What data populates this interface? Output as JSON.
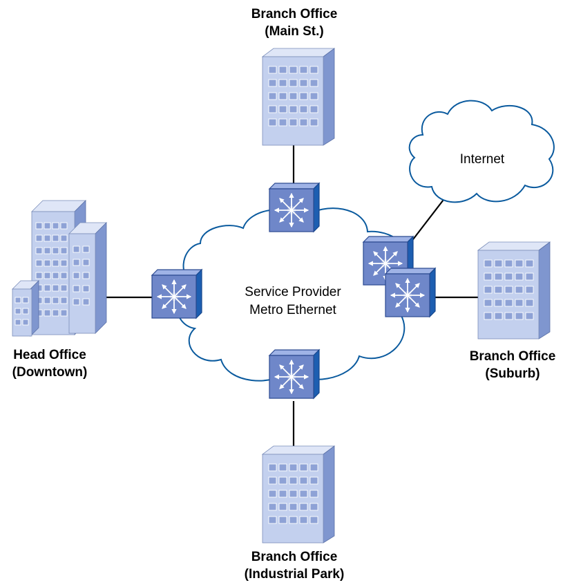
{
  "diagram": {
    "nodes": {
      "branch_main": {
        "line1": "Branch Office",
        "line2": "(Main St.)"
      },
      "head_office": {
        "line1": "Head Office",
        "line2": "(Downtown)"
      },
      "branch_suburb": {
        "line1": "Branch Office",
        "line2": "(Suburb)"
      },
      "branch_industrial": {
        "line1": "Branch Office",
        "line2": "(Industrial Park)"
      }
    },
    "clouds": {
      "metro": {
        "line1": "Service Provider",
        "line2": "Metro Ethernet"
      },
      "internet": {
        "label": "Internet"
      }
    },
    "colors": {
      "switch_front": "#6f87c9",
      "switch_side": "#1d5eb1",
      "building": "#c3d0ee",
      "cloud_outline": "#0a5a9e"
    }
  }
}
